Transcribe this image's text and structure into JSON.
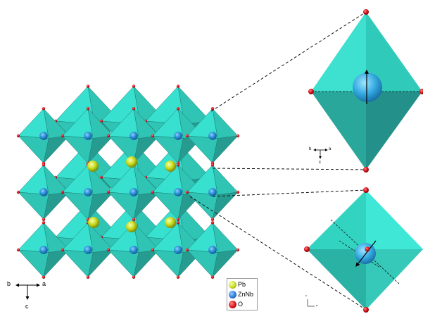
{
  "axes_main": {
    "b": "b",
    "a": "a",
    "c": "c"
  },
  "axes_top_inset": {
    "b": "b",
    "a": "a",
    "c": "c"
  },
  "axes_bottom_inset": {
    "c": "c",
    "a": "a"
  },
  "legend": {
    "items": [
      {
        "label": "Pb",
        "color": "#c8dc1e",
        "icon": "pb-sphere-icon"
      },
      {
        "label": "ZnNb",
        "color": "#2f79d8",
        "icon": "znnb-sphere-icon"
      },
      {
        "label": "O",
        "color": "#d9141c",
        "icon": "o-sphere-icon"
      }
    ]
  },
  "colors": {
    "octahedron_light": "#38e0cf",
    "octahedron_mid": "#2fc4b4",
    "octahedron_dark": "#269c91",
    "znnb": "#2a8fd6",
    "pb": "#c8dc1e",
    "oxygen": "#d9141c"
  }
}
